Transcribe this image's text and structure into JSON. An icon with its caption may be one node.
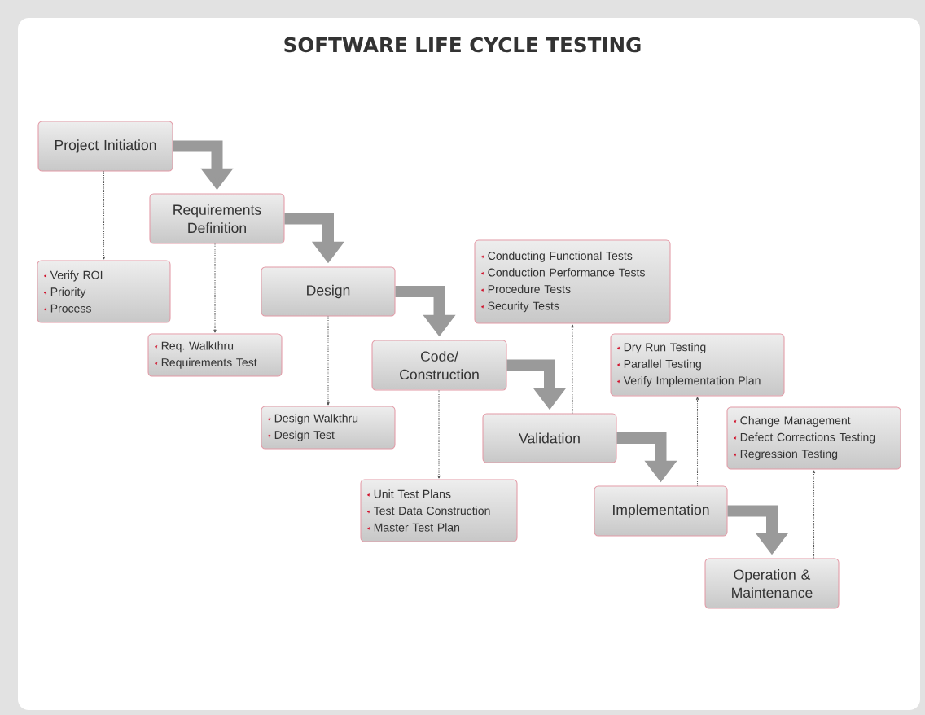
{
  "diagram": {
    "title": "SOFTWARE LIFE CYCLE TESTING",
    "nodes": [
      {
        "text": [
          "Project Initiation"
        ]
      },
      {
        "text": [
          "Verify ROI",
          "Priority",
          "Process"
        ]
      },
      {
        "text": [
          "Requirements Definition"
        ]
      },
      {
        "text": [
          "Req. Walkthru",
          "Requirements Test"
        ]
      },
      {
        "text": [
          "Design"
        ]
      },
      {
        "text": [
          "Design Walkthru",
          "Design Test"
        ]
      },
      {
        "text": [
          "Code/ Construction"
        ]
      },
      {
        "text": [
          "Unit Test Plans",
          "Test Data Construction",
          "Master Test Plan"
        ]
      },
      {
        "text": [
          "Validation"
        ]
      },
      {
        "text": [
          "Conducting Functional Tests",
          "Conduction Performance Tests",
          "Procedure Tests",
          "Security Tests"
        ]
      },
      {
        "text": [
          "Implementation"
        ]
      },
      {
        "text": [
          "Dry Run Testing",
          "Parallel Testing",
          "Verify Implementation Plan"
        ]
      },
      {
        "text": [
          "Operation & Maintenance"
        ]
      },
      {
        "text": [
          "Change Management",
          "Defect Corrections Testing",
          "Regression Testing"
        ]
      }
    ],
    "edges": [
      {
        "from": 0,
        "to": 2,
        "arrow": "to",
        "style": "thick",
        "color": "#9a9a9a"
      },
      {
        "from": 2,
        "to": 4,
        "arrow": "to",
        "style": "thick",
        "color": "#9a9a9a"
      },
      {
        "from": 4,
        "to": 6,
        "arrow": "to",
        "style": "thick",
        "color": "#9a9a9a"
      },
      {
        "from": 6,
        "to": 8,
        "arrow": "to",
        "style": "thick",
        "color": "#9a9a9a"
      },
      {
        "from": 8,
        "to": 10,
        "arrow": "to",
        "style": "thick",
        "color": "#9a9a9a"
      },
      {
        "from": 10,
        "to": 12,
        "arrow": "to",
        "style": "thick",
        "color": "#9a9a9a"
      },
      {
        "from": 0,
        "to": 1,
        "arrow": "to",
        "style": "dashed"
      },
      {
        "from": 2,
        "to": 3,
        "arrow": "to",
        "style": "dashed"
      },
      {
        "from": 4,
        "to": 5,
        "arrow": "to",
        "style": "dashed"
      },
      {
        "from": 6,
        "to": 7,
        "arrow": "to",
        "style": "dashed"
      },
      {
        "from": 8,
        "to": 9,
        "arrow": "to",
        "style": "dashed"
      },
      {
        "from": 10,
        "to": 11,
        "arrow": "to",
        "style": "dashed"
      },
      {
        "from": 12,
        "to": 13,
        "arrow": "to",
        "style": "dashed"
      }
    ]
  }
}
